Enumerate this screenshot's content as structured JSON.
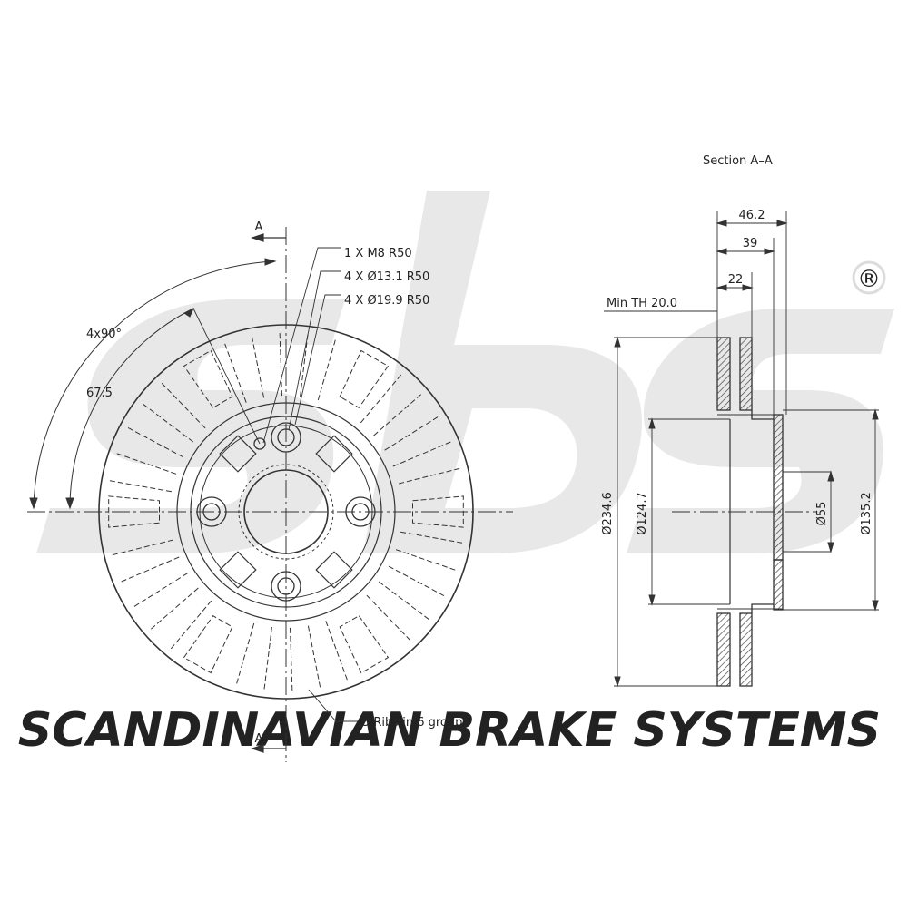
{
  "watermark": {
    "company_name": "SCANDINAVIAN BRAKE SYSTEMS",
    "registered_mark": "®",
    "color": "#e6e6e6"
  },
  "section_marks": {
    "top": "A",
    "bottom": "A"
  },
  "front_view": {
    "callouts": {
      "threaded_hole": "1 X M8 R50",
      "bolt_holes_small": "4 X Ø13.1 R50",
      "bolt_holes_large": "4 X Ø19.9 R50",
      "ribs": "5 Ribs in 6 group"
    },
    "angle_pattern": "4x90°",
    "angle_offset": "67.5"
  },
  "section_view": {
    "title": "Section A–A",
    "min_thickness": "Min TH 20.0",
    "overall_height": "46.2",
    "hub_height": "39",
    "disc_thickness": "22",
    "outer_diameter": "Ø234.6",
    "hat_diameter": "Ø124.7",
    "center_bore": "Ø55",
    "hat_outer_diameter": "Ø135.2"
  },
  "colors": {
    "line": "#333333",
    "hatch": "#444444"
  }
}
